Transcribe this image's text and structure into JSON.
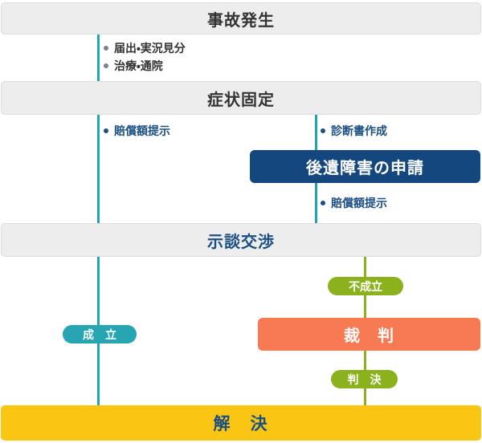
{
  "diagram": {
    "title_context": "accident-resolution-flowchart",
    "stages": {
      "accident": "事故発生",
      "symptom_fixed": "症状固定",
      "settlement_negotiation": "示談交渉",
      "resolution": "解　決"
    },
    "bullets": {
      "section1": [
        "届出・実況見分",
        "治療・通院"
      ],
      "section2_left": "賠償額提示",
      "section2_right_top": "診断書作成",
      "section2_right_bottom": "賠償額提示"
    },
    "boxes": {
      "disability_application": "後遺障害の申請",
      "trial": "裁　判"
    },
    "pills": {
      "not_settled": "不成立",
      "settled": "成　立",
      "judgment": "判　決"
    },
    "colors": {
      "stage_bar_bg": "#ededed",
      "stage_bar_border": "#dddddd",
      "heading_dark": "#333333",
      "heading_navy": "#1b4e83",
      "teal": "#21a3b1",
      "green": "#8bb21d",
      "navy_box": "#14477d",
      "orange_box": "#f87a52",
      "yellow_bar": "#fbc514"
    }
  }
}
